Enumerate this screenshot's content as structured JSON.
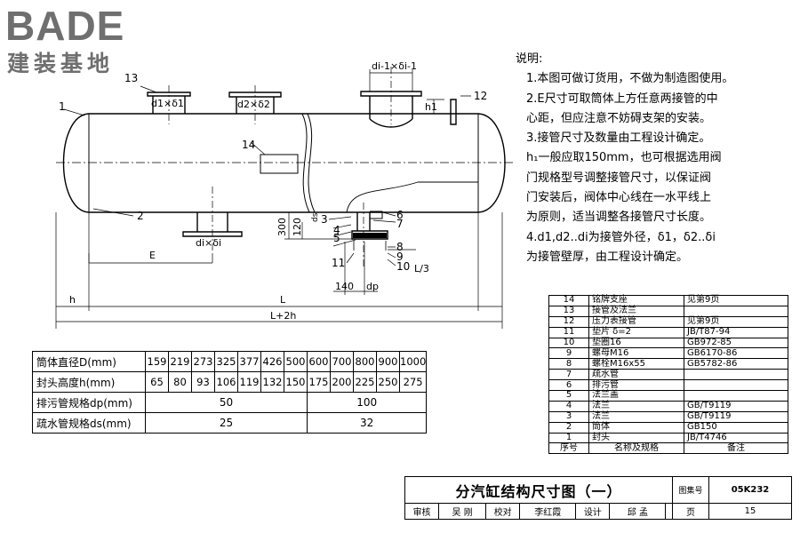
{
  "logo": {
    "brand": "BADE",
    "subtitle": "建装基地"
  },
  "notes": {
    "title": "说明:",
    "lines": [
      "1.本图可做订货用，不做为制造图使用。",
      "2.E尺寸可取筒体上方任意两接管的中",
      "  心距，但应注意不妨碍支架的安装。",
      "3.接管尺寸及数量由工程设计确定。",
      "  h₁一般应取150mm，也可根据选用阀",
      "  门规格型号调整接管尺寸，以保证阀",
      "  门安装后，阀体中心线在一水平线上",
      "  为原则，适当调整各接管尺寸长度。",
      "4.d1,d2..di为接管外径，δ1，δ2..δi",
      "  为接管壁厚，由工程设计确定。"
    ]
  },
  "drawing": {
    "labels": {
      "d_top_right": "di-1×δi-1",
      "d1": "d1×δ1",
      "d2": "d2×δ2",
      "di": "di×δi",
      "h1": "h1",
      "E": "E",
      "h": "h",
      "L": "L",
      "L2h": "L+2h",
      "L3": "L/3",
      "dim300": "300",
      "dim120": "120",
      "dim140": "140",
      "dp": "dp",
      "ds": "ds"
    },
    "callouts": [
      "1",
      "2",
      "3",
      "4",
      "5",
      "6",
      "7",
      "8",
      "9",
      "10",
      "11",
      "12",
      "13",
      "14"
    ]
  },
  "parts_table": {
    "rows": [
      [
        "14",
        "铭牌支座",
        "见第9页"
      ],
      [
        "13",
        "接管及法兰",
        ""
      ],
      [
        "12",
        "压力表接管",
        "见第9页"
      ],
      [
        "11",
        "垫片 δ=2",
        "JB/T87-94"
      ],
      [
        "10",
        "垫圈16",
        "GB972-85"
      ],
      [
        "9",
        "螺母M16",
        "GB6170-86"
      ],
      [
        "8",
        "螺栓M16x55",
        "GB5782-86"
      ],
      [
        "7",
        "疏水管",
        ""
      ],
      [
        "6",
        "排污管",
        ""
      ],
      [
        "5",
        "法兰盖",
        ""
      ],
      [
        "4",
        "法兰",
        "GB/T9119"
      ],
      [
        "3",
        "法兰",
        "GB/T9119"
      ],
      [
        "2",
        "筒体",
        "GB150"
      ],
      [
        "1",
        "封头",
        "JB/T4746"
      ]
    ],
    "header": [
      "序号",
      "名称及规格",
      "备注"
    ]
  },
  "dim_table": {
    "row1_label": "筒体直径D(mm)",
    "row1": [
      "159",
      "219",
      "273",
      "325",
      "377",
      "426",
      "500",
      "600",
      "700",
      "800",
      "900",
      "1000"
    ],
    "row2_label": "封头高度h(mm)",
    "row2": [
      "65",
      "80",
      "93",
      "106",
      "119",
      "132",
      "150",
      "175",
      "200",
      "225",
      "250",
      "275"
    ],
    "row3_label": "排污管规格dp(mm)",
    "row3": [
      "50",
      "100"
    ],
    "row4_label": "疏水管规格ds(mm)",
    "row4": [
      "25",
      "32"
    ]
  },
  "title_block": {
    "title": "分汽缸结构尺寸图（一）",
    "atlas_label": "图集号",
    "atlas_no": "05K232",
    "review": "审核",
    "reviewer": "吴 刚",
    "check": "校对",
    "checker": "李红霞",
    "design": "设计",
    "designer": "邱 孟",
    "page_label": "页",
    "page": "15"
  }
}
